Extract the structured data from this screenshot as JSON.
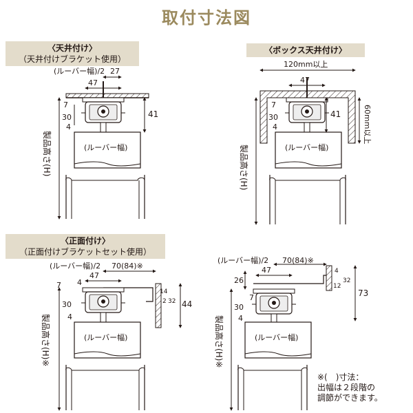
{
  "title": "取付寸法図",
  "panels": {
    "ceiling": {
      "heading": "〈天井付け〉",
      "subheading": "（天井付けブラケット使用）",
      "dim_half": "(ルーバー幅)/2",
      "dim_27": "27",
      "dim_47": "47",
      "dim_7": "7",
      "dim_30": "30",
      "dim_4": "4",
      "dim_41": "41",
      "width_label": "(ルーバー幅)",
      "height_label": "製品高さ(H)"
    },
    "box": {
      "heading": "〈ボックス天井付け〉",
      "dim_120": "120mm以上",
      "dim_47": "47",
      "dim_7": "7",
      "dim_30": "30",
      "dim_4": "4",
      "dim_41": "41",
      "dim_60": "60mm以上",
      "width_label": "(ルーバー幅)",
      "height_label": "製品高さ(H)"
    },
    "front": {
      "heading": "〈正面付け〉",
      "subheading": "（正面付けブラケットセット使用）",
      "dim_half": "(ルーバー幅)/2",
      "dim_70": "70(84)※",
      "dim_47": "47",
      "dim_7": "7",
      "dim_4a": "4",
      "dim_30": "30",
      "dim_4b": "4",
      "dim_14": "14",
      "dim_2": "2",
      "dim_32": "32",
      "dim_44": "44",
      "width_label": "(ルーバー幅)",
      "height_label": "製品高さ(H)※"
    },
    "front2": {
      "dim_half": "(ルーバー幅)/2",
      "dim_70": "70(84)※",
      "dim_47": "47",
      "dim_26": "26",
      "dim_7": "7",
      "dim_30": "30",
      "dim_4": "4",
      "dim_4r": "4",
      "dim_12": "12",
      "dim_32": "32",
      "dim_73": "73",
      "width_label": "(ルーバー幅)",
      "height_label": "製品高さ(H)※"
    }
  },
  "note": {
    "line1": "※(　)寸法：",
    "line2": "出幅は２段階の",
    "line3": "調節ができます。"
  }
}
